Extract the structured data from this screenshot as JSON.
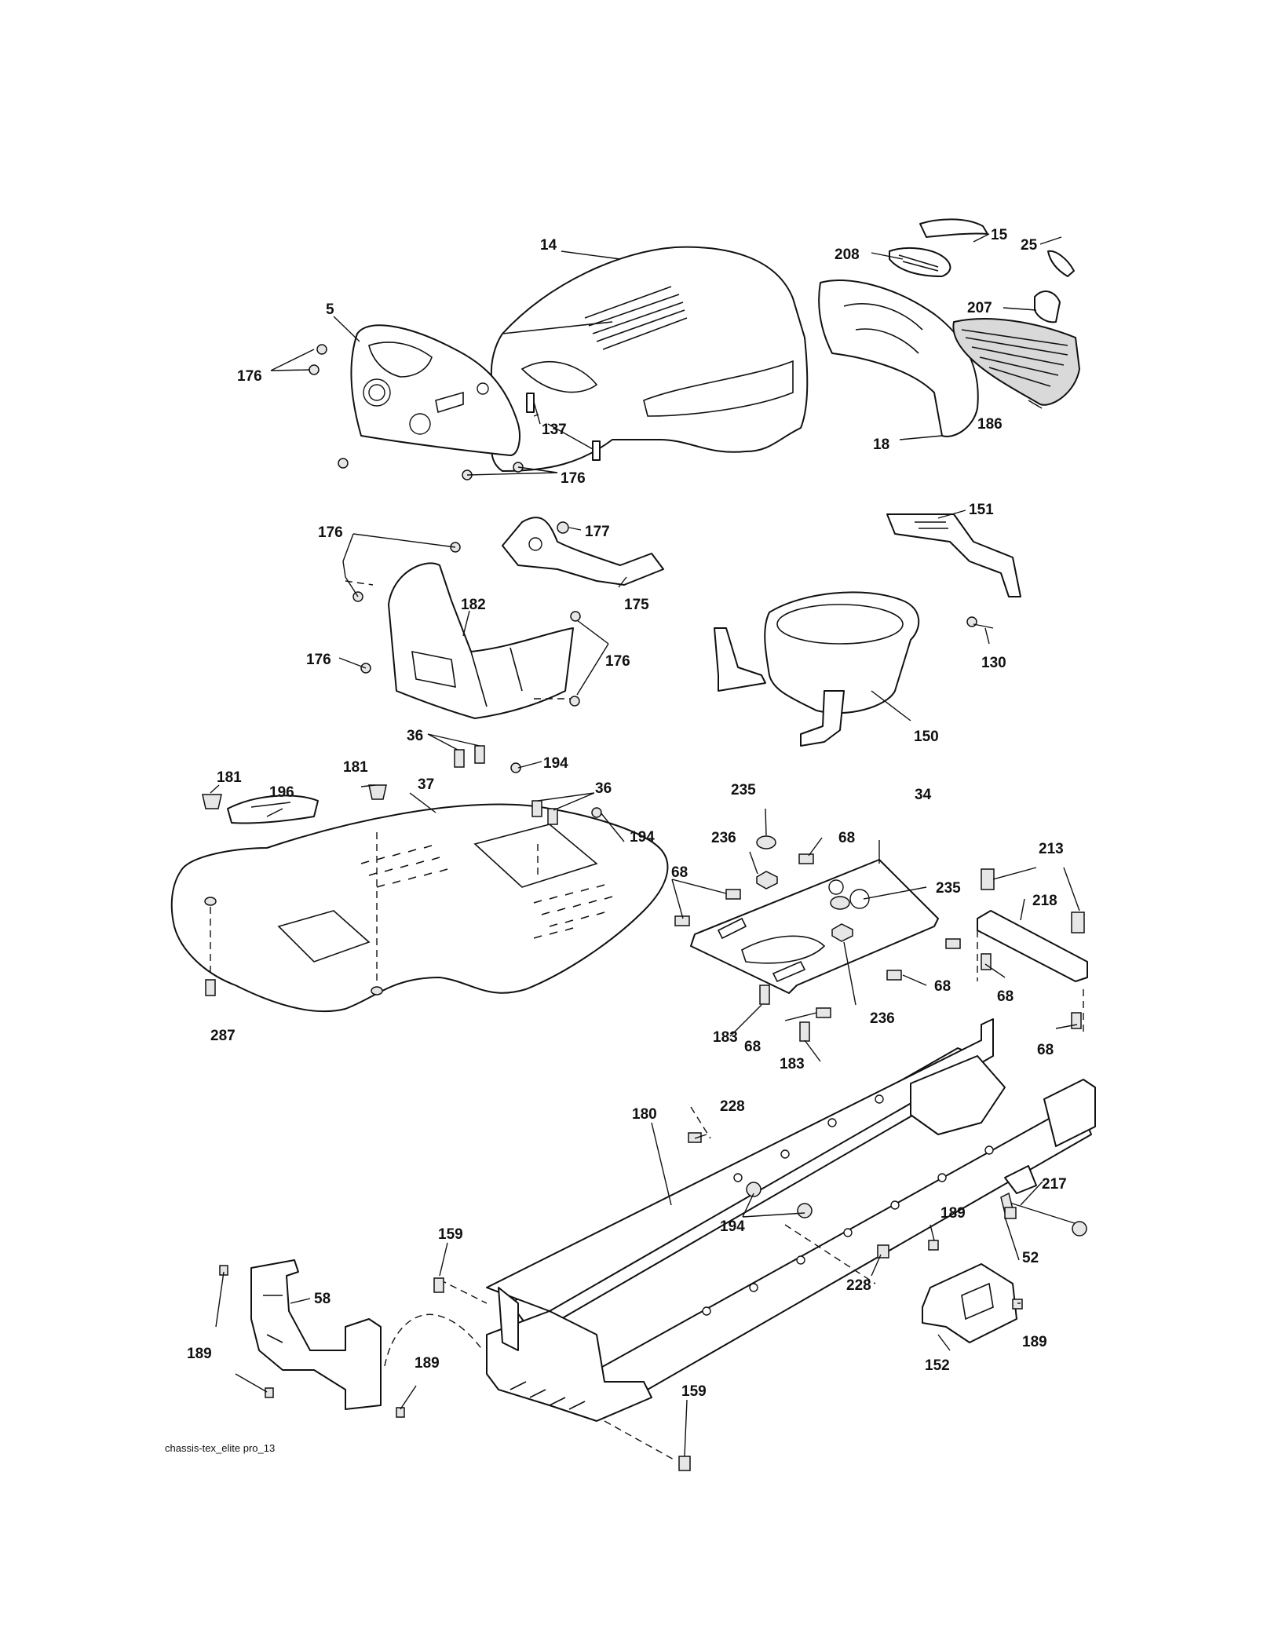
{
  "caption": "chassis-tex_elite pro_13",
  "labels": {
    "l14": "14",
    "l15": "15",
    "l208": "208",
    "l25": "25",
    "l207": "207",
    "l5": "5",
    "l176a": "176",
    "l137": "137",
    "l176b": "176",
    "l18": "18",
    "l186": "186",
    "l151": "151",
    "l177": "177",
    "l176c": "176",
    "l175": "175",
    "l182": "182",
    "l176d": "176",
    "l176e": "176",
    "l130": "130",
    "l150": "150",
    "l36a": "36",
    "l194a": "194",
    "l181a": "181",
    "l181b": "181",
    "l196": "196",
    "l37": "37",
    "l36b": "36",
    "l194b": "194",
    "l287": "287",
    "l235a": "235",
    "l236a": "236",
    "l68a": "68",
    "l34": "34",
    "l68b": "68",
    "l235b": "235",
    "l68c": "68",
    "l236b": "236",
    "l183a": "183",
    "l68d": "68",
    "l183b": "183",
    "l213": "213",
    "l218": "218",
    "l68e": "68",
    "l68f": "68",
    "l180": "180",
    "l228a": "228",
    "l194c": "194",
    "l217": "217",
    "l189a": "189",
    "l52": "52",
    "l159a": "159",
    "l58": "58",
    "l228b": "228",
    "l189b": "189",
    "l189c": "189",
    "l189d": "189",
    "l152": "152",
    "l159b": "159"
  }
}
